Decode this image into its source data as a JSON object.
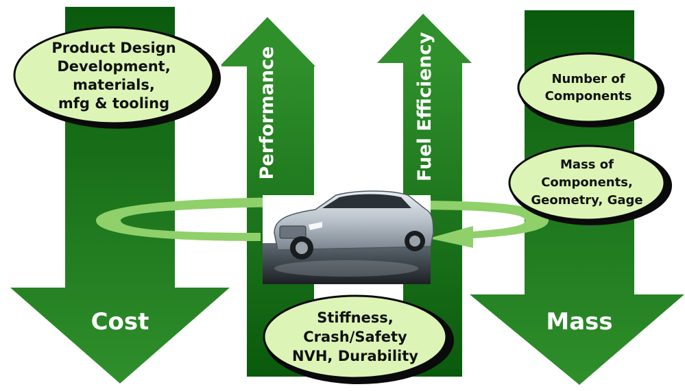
{
  "arrows": {
    "cost": {
      "label": "Cost",
      "direction": "down"
    },
    "performance": {
      "label": "Performance",
      "direction": "up"
    },
    "fuel_efficiency": {
      "label": "Fuel Efficiency",
      "direction": "up"
    },
    "mass": {
      "label": "Mass",
      "direction": "down"
    }
  },
  "ovals": {
    "product_design": {
      "lines": [
        "Product Design",
        "Development,",
        "materials,",
        "mfg & tooling"
      ]
    },
    "number_of_components": {
      "lines": [
        "Number of",
        "Components"
      ]
    },
    "mass_of_components": {
      "lines": [
        "Mass of",
        "Components,",
        "Geometry, Gage"
      ]
    },
    "stiffness": {
      "lines": [
        "Stiffness,",
        "Crash/Safety",
        "NVH, Durability"
      ]
    }
  },
  "center_image": {
    "subject": "silver-sedan-car"
  },
  "colors": {
    "arrow_dark_green": "#0b5e0f",
    "arrow_light_green": "#2e8b2a",
    "oval_fill": "#dcf5b6",
    "oval_border": "#0a0a0a",
    "loop_arrow": "#8fd06a"
  }
}
